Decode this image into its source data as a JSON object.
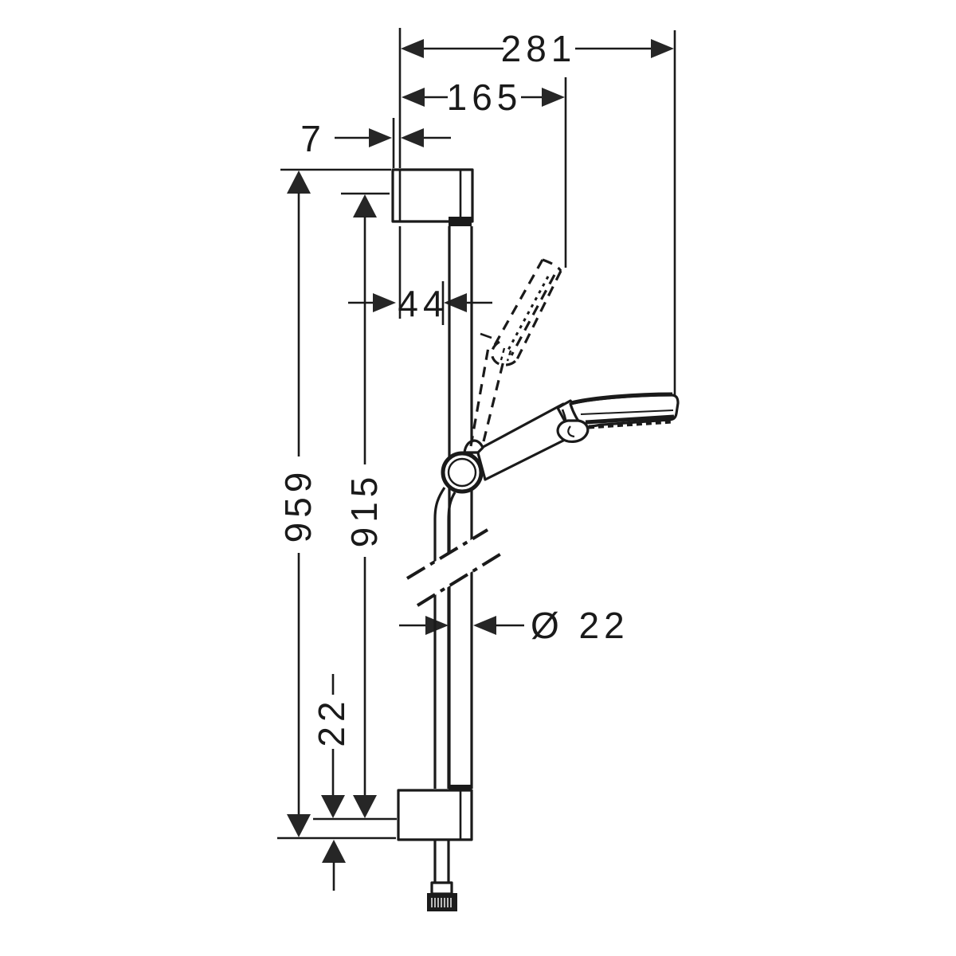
{
  "drawing": {
    "background_color": "#ffffff",
    "line_color": "#1a1a1a"
  },
  "dims": {
    "total_depth": "281",
    "depth_upright": "165",
    "top_edge_offset": "7",
    "bar_axis_offset": "44",
    "overall_height": "959",
    "mount_distance": "915",
    "bar_diameter": "Ø 22",
    "bottom_edge_offset": "22"
  }
}
